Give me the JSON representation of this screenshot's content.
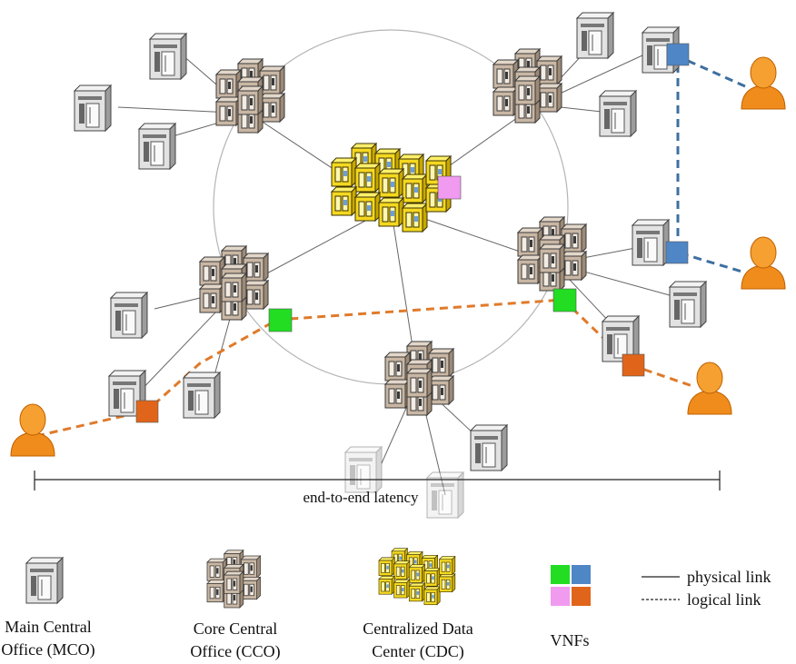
{
  "diagram": {
    "latency_label": "end-to-end latency"
  },
  "legend": {
    "mco_label_line1": "Main Central",
    "mco_label_line2": "Office (MCO)",
    "cco_label_line1": "Core Central",
    "cco_label_line2": "Office (CCO)",
    "cdc_label_line1": "Centralized Data",
    "cdc_label_line2": "Center (CDC)",
    "vnf_label": "VNFs",
    "physical_link_label": "physical link",
    "logical_link_label": "logical link"
  },
  "colors": {
    "vnf_green": "#22dd22",
    "vnf_blue": "#4f86c6",
    "vnf_pink": "#f09af0",
    "vnf_orange": "#e0651a",
    "cdc_yellow": "#f5d820",
    "cco_tan": "#c9b7a4",
    "mco_gray": "#e2e2e2",
    "logical_orange": "#e07a2a",
    "logical_blue": "#3e6fa0",
    "user_orange": "#f08c1c"
  }
}
